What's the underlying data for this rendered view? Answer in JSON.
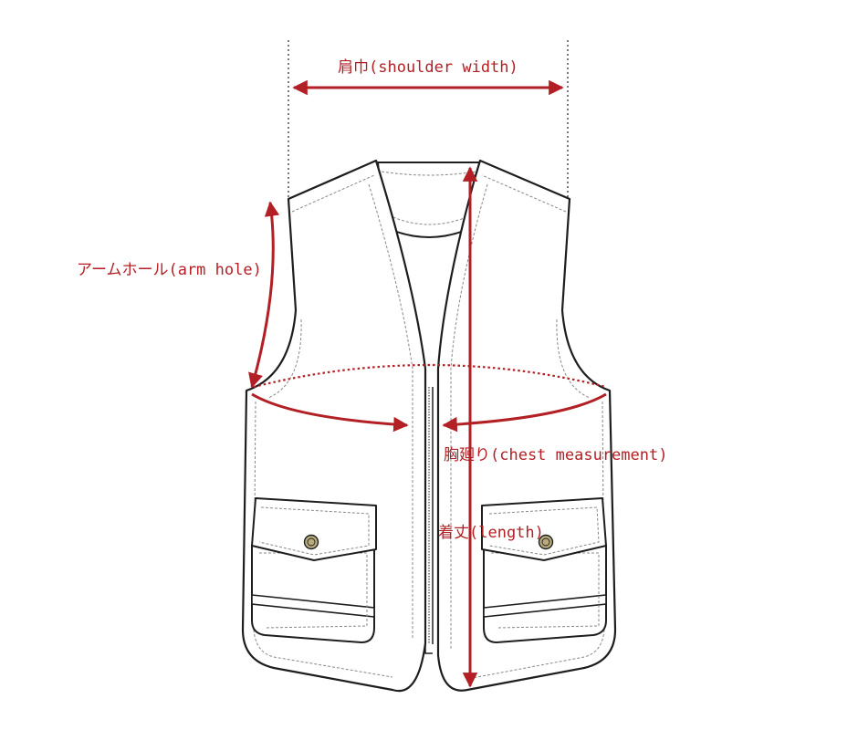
{
  "colors": {
    "measure": "#b21f24",
    "outline": "#1e1e1e",
    "stitch": "#888888",
    "background": "#ffffff",
    "button": "#b9ab7c"
  },
  "labels": {
    "shoulder_width": "肩巾(shoulder width)",
    "arm_hole": "アームホール(arm hole)",
    "chest": "胸廻り(chest measurement)",
    "length": "着丈(length)"
  },
  "garment": "vest"
}
